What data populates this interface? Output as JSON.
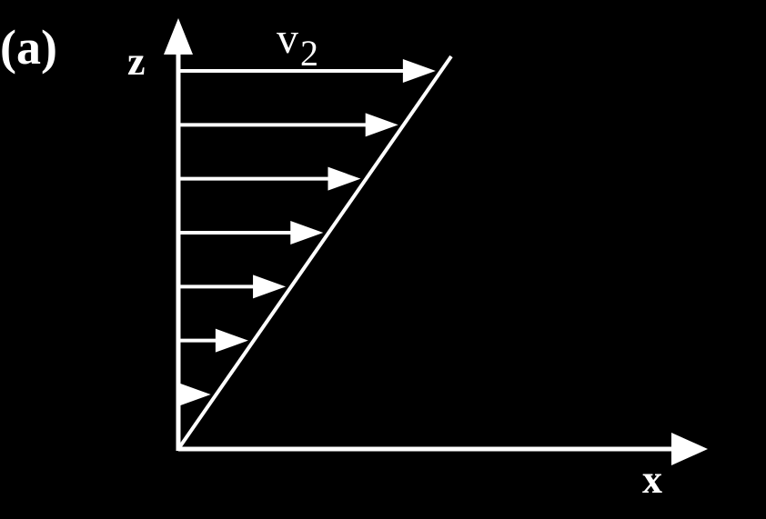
{
  "panel_label": "(a)",
  "axes": {
    "vertical_label": "z",
    "horizontal_label": "x"
  },
  "velocity": {
    "symbol": "v",
    "subscript": "2",
    "arrow_count": 7
  },
  "colors": {
    "background": "#000000",
    "foreground": "#ffffff"
  }
}
